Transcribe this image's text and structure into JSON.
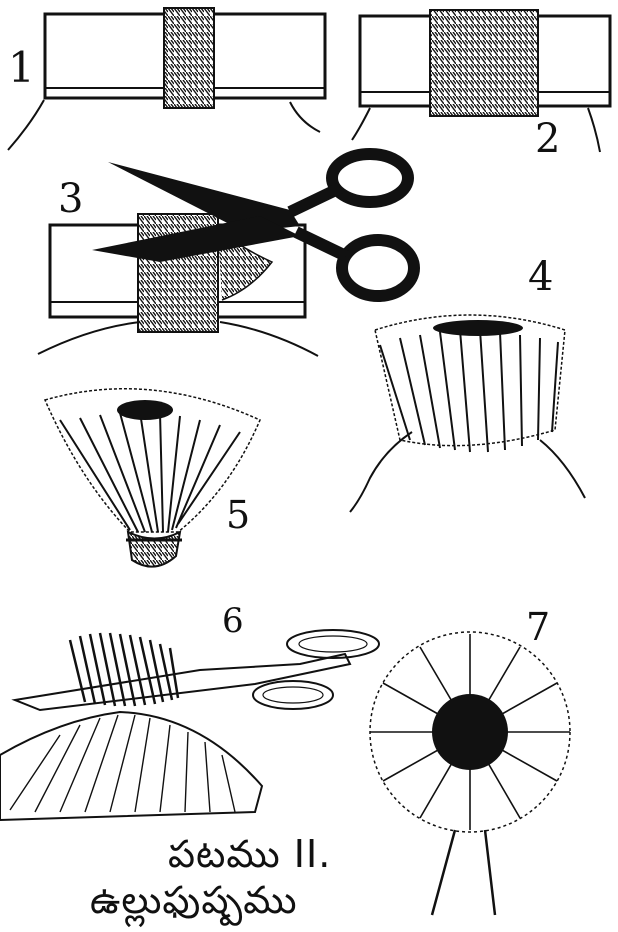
{
  "figure_numbers": [
    "1",
    "2",
    "3",
    "4",
    "5",
    "6",
    "7"
  ],
  "caption": {
    "line1": "పటము II.",
    "line2": "ఉల్లుఫుష్పము"
  },
  "colors": {
    "ink": "#111111",
    "paper": "#ffffff"
  }
}
